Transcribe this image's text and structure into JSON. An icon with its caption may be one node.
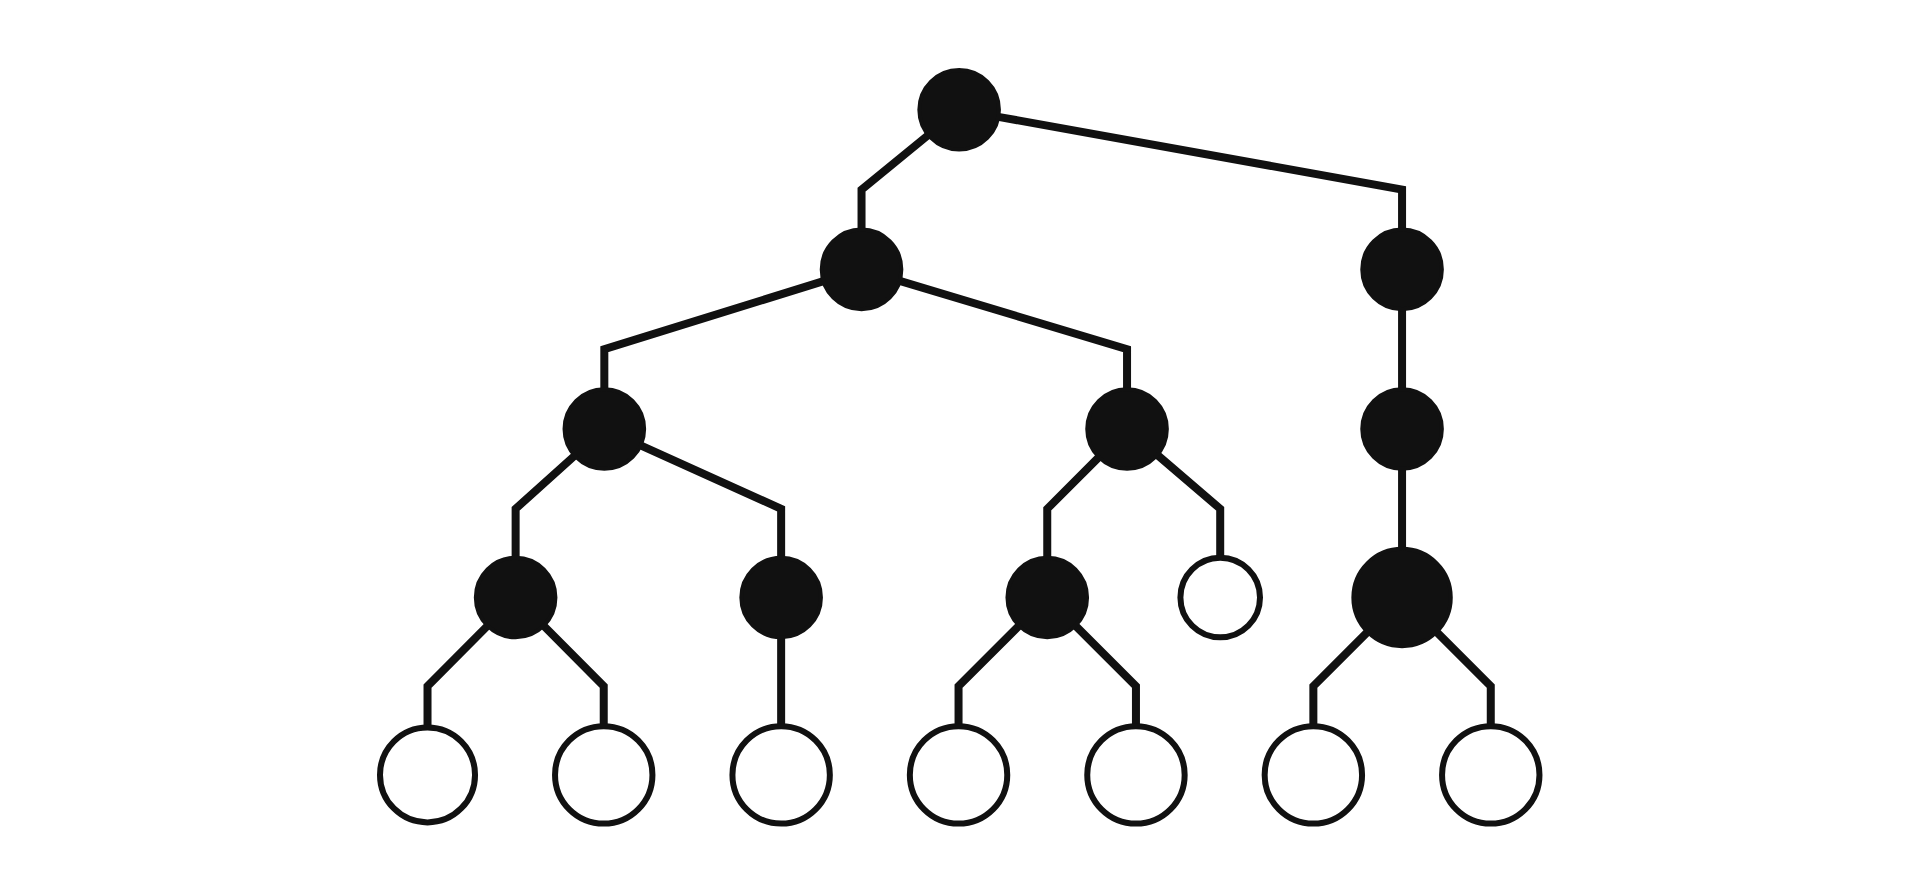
{
  "diagram": {
    "nodes": [
      {
        "text": [],
        "shape": "circle"
      },
      {
        "text": [],
        "shape": "circle"
      },
      {
        "text": [],
        "shape": "circle"
      },
      {
        "text": [],
        "shape": "circle"
      },
      {
        "text": [],
        "shape": "circle"
      },
      {
        "text": [],
        "shape": "circle"
      },
      {
        "text": [],
        "shape": "circle"
      },
      {
        "text": [],
        "shape": "circle"
      },
      {
        "text": [],
        "shape": "circle"
      },
      {
        "text": [],
        "shape": "circle"
      },
      {
        "text": [],
        "shape": "circle"
      },
      {
        "text": [],
        "shape": "circle"
      },
      {
        "text": [],
        "shape": "circle"
      },
      {
        "text": [],
        "shape": "circle"
      },
      {
        "text": [],
        "shape": "circle"
      },
      {
        "text": [],
        "shape": "circle"
      },
      {
        "text": [],
        "shape": "circle"
      },
      {
        "text": [],
        "shape": "circle"
      }
    ],
    "edges": [
      {
        "from": 0,
        "to": 1,
        "arrow": "none"
      },
      {
        "from": 0,
        "to": 2,
        "arrow": "none"
      },
      {
        "from": 1,
        "to": 3,
        "arrow": "none"
      },
      {
        "from": 1,
        "to": 4,
        "arrow": "none"
      },
      {
        "from": 2,
        "to": 5,
        "arrow": "none"
      },
      {
        "from": 3,
        "to": 6,
        "arrow": "none"
      },
      {
        "from": 3,
        "to": 7,
        "arrow": "none"
      },
      {
        "from": 4,
        "to": 8,
        "arrow": "none"
      },
      {
        "from": 4,
        "to": 9,
        "arrow": "none"
      },
      {
        "from": 5,
        "to": 10,
        "arrow": "none"
      },
      {
        "from": 6,
        "to": 11,
        "arrow": "none"
      },
      {
        "from": 6,
        "to": 12,
        "arrow": "none"
      },
      {
        "from": 7,
        "to": 13,
        "arrow": "none"
      },
      {
        "from": 8,
        "to": 14,
        "arrow": "none"
      },
      {
        "from": 8,
        "to": 15,
        "arrow": "none"
      },
      {
        "from": 10,
        "to": 16,
        "arrow": "none"
      },
      {
        "from": 10,
        "to": 17,
        "arrow": "none"
      }
    ]
  }
}
